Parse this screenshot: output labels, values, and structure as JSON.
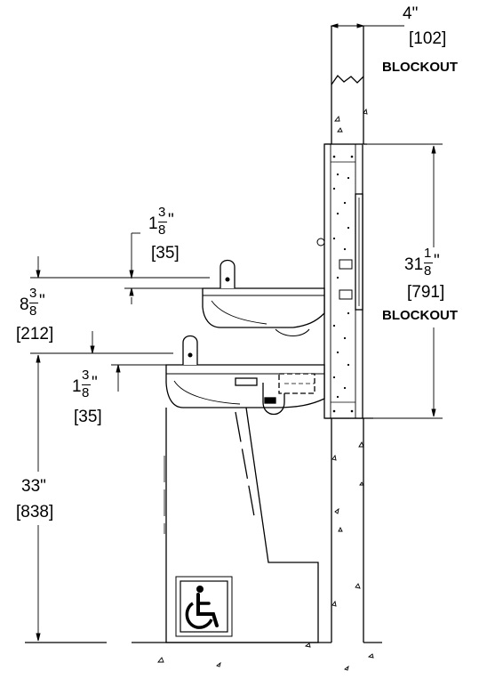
{
  "dimensions": {
    "blockout_width": {
      "inch": "4\"",
      "mm": "[102]",
      "label": "BLOCKOUT"
    },
    "upper_offset": {
      "whole": "1",
      "num": "3",
      "den": "8",
      "quote": "\"",
      "mm": "[35]"
    },
    "bowl_spacing": {
      "whole": "8",
      "num": "3",
      "den": "8",
      "quote": "\"",
      "mm": "[212]"
    },
    "lower_offset": {
      "whole": "1",
      "num": "3",
      "den": "8",
      "quote": "\"",
      "mm": "[35]"
    },
    "floor_height": {
      "inch": "33\"",
      "mm": "[838]"
    },
    "blockout_height": {
      "whole": "31",
      "num": "1",
      "den": "8",
      "quote": "\"",
      "mm": "[791]",
      "label": "BLOCKOUT"
    }
  },
  "colors": {
    "line": "#000000",
    "fill": "#ffffff",
    "shade": "#e6e6e6",
    "dark": "#1a1a1a"
  },
  "icons": {
    "accessibility": "wheelchair-icon"
  }
}
